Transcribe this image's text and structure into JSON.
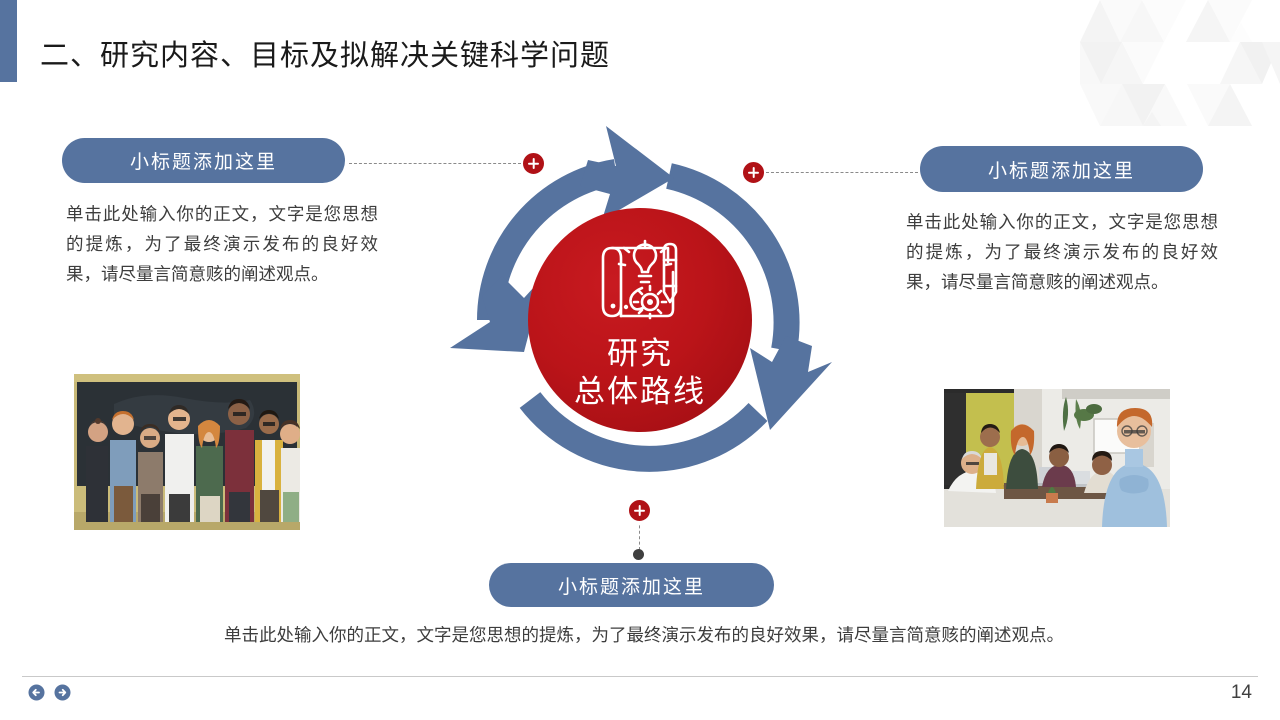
{
  "header": {
    "title": "二、研究内容、目标及拟解决关键科学问题"
  },
  "center": {
    "line1": "研究",
    "line2": "总体路线",
    "icon": "blueprint-idea-icon"
  },
  "sections": {
    "left": {
      "pill_label": "小标题添加这里",
      "body": "单击此处输入你的正文，文字是您思想的提炼，为了最终演示发布的良好效果，请尽量言简意赅的阐述观点。",
      "photo_alt": "team-group-photo"
    },
    "right": {
      "pill_label": "小标题添加这里",
      "body": "单击此处输入你的正文，文字是您思想的提炼，为了最终演示发布的良好效果，请尽量言简意赅的阐述观点。",
      "photo_alt": "office-meeting-photo"
    },
    "bottom": {
      "pill_label": "小标题添加这里",
      "body": "单击此处输入你的正文，文字是您思想的提炼，为了最终演示发布的良好效果，请尽量言简意赅的阐述观点。"
    }
  },
  "connectors": {
    "node_icon": "plus-icon",
    "count": 3
  },
  "footer": {
    "page_number": "14",
    "prev_icon": "arrow-left-circle-icon",
    "next_icon": "arrow-right-circle-icon"
  },
  "colors": {
    "accent_blue": "#56739f",
    "center_red": "#b01116",
    "center_red_light": "#c81a20",
    "text_dark": "#3d3d3d",
    "dash_gray": "#8a8a8a"
  }
}
